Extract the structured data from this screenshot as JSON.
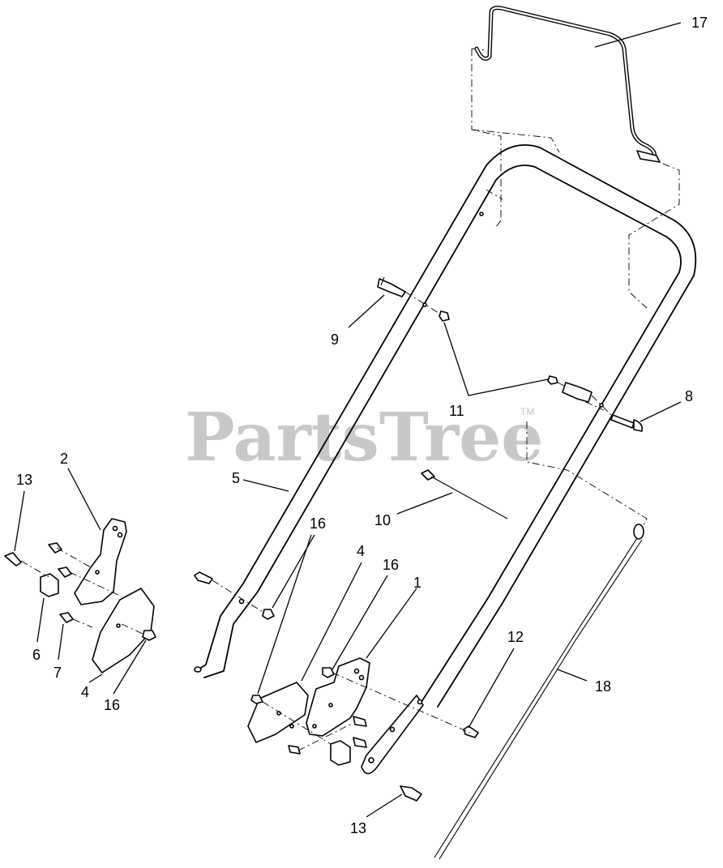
{
  "watermark": {
    "brand": "PartsTree",
    "trademark": "TM",
    "color": "#c8c8c8"
  },
  "callouts": {
    "c17": "17",
    "c9": "9",
    "c11": "11",
    "c8": "8",
    "c5": "5",
    "c10": "10",
    "c16a": "16",
    "c4a": "4",
    "c16b": "16",
    "c1": "1",
    "c12": "12",
    "c18": "18",
    "c13a": "13",
    "c2": "2",
    "c6": "6",
    "c7": "7",
    "c4b": "4",
    "c16c": "16",
    "c13b": "13"
  }
}
